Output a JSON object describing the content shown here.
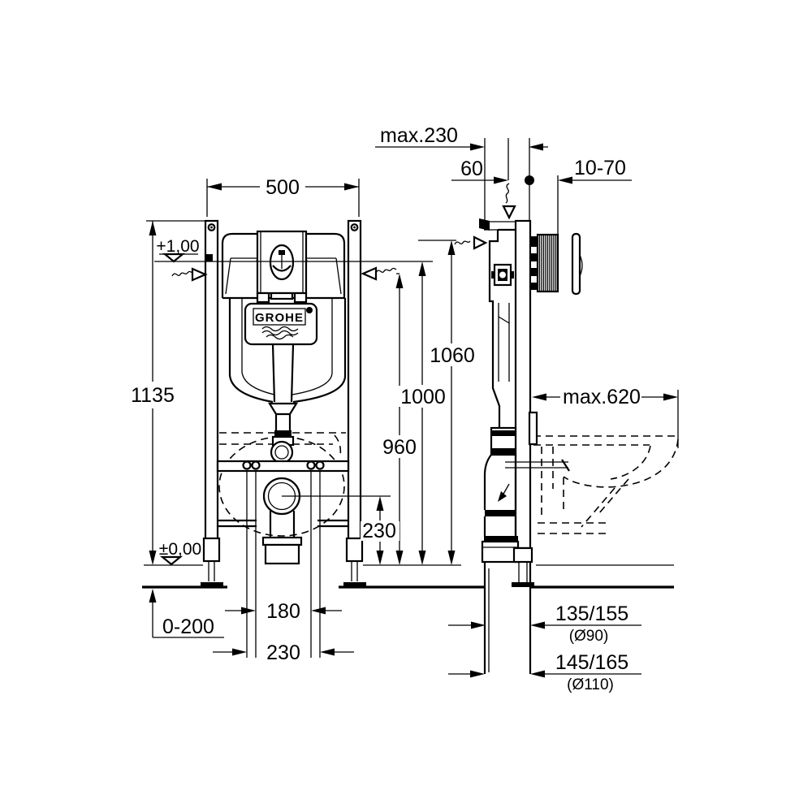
{
  "drawing": {
    "type": "technical-installation-drawing",
    "brand_logo": "GROHE",
    "colors": {
      "line": "#000000",
      "background": "#ffffff"
    },
    "front_view": {
      "width_dim": "500",
      "height_dim": "1135",
      "upper_datum": "+1,00",
      "floor_datum": "±0,00",
      "floor_buildup_dim": "0-200",
      "fixing_inner_dim": "180",
      "fixing_outer_dim": "230",
      "outlet_height_dim": "230",
      "height_960": "960",
      "height_1000": "1000",
      "height_1060": "1060"
    },
    "side_view": {
      "top_offset_dim": "max.230",
      "pipe_offset_dim": "60",
      "wall_thickness_dim": "10-70",
      "depth_dim": "max.620",
      "outlet_dim_1": "135/155",
      "outlet_dia_1": "(Ø90)",
      "outlet_dim_2": "145/165",
      "outlet_dia_2": "(Ø110)"
    }
  }
}
